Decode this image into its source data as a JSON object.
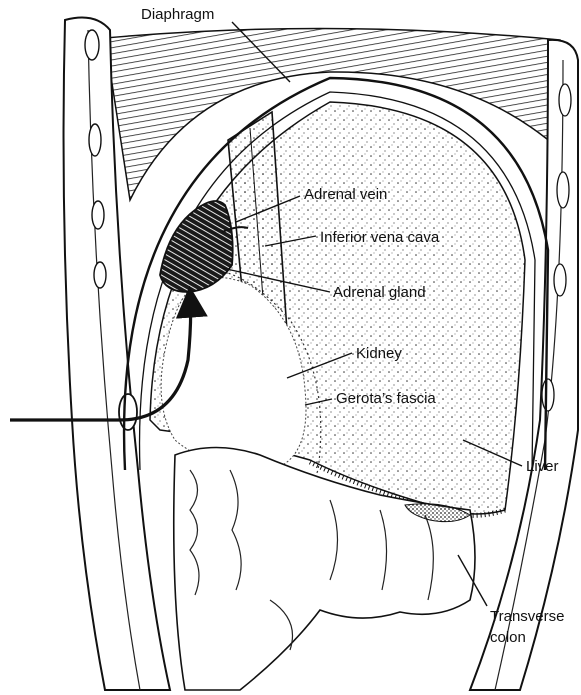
{
  "labels": {
    "diaphragm": "Diaphragm",
    "adrenal_vein": "Adrenal vein",
    "inferior_vena_cava": "Inferior vena cava",
    "adrenal_gland": "Adrenal gland",
    "kidney": "Kidney",
    "gerotas_fascia": "Gerota’s fascia",
    "liver": "Liver",
    "transverse_colon_line1": "Transverse",
    "transverse_colon_line2": "colon"
  },
  "colors": {
    "ink": "#111111",
    "background": "#ffffff"
  }
}
